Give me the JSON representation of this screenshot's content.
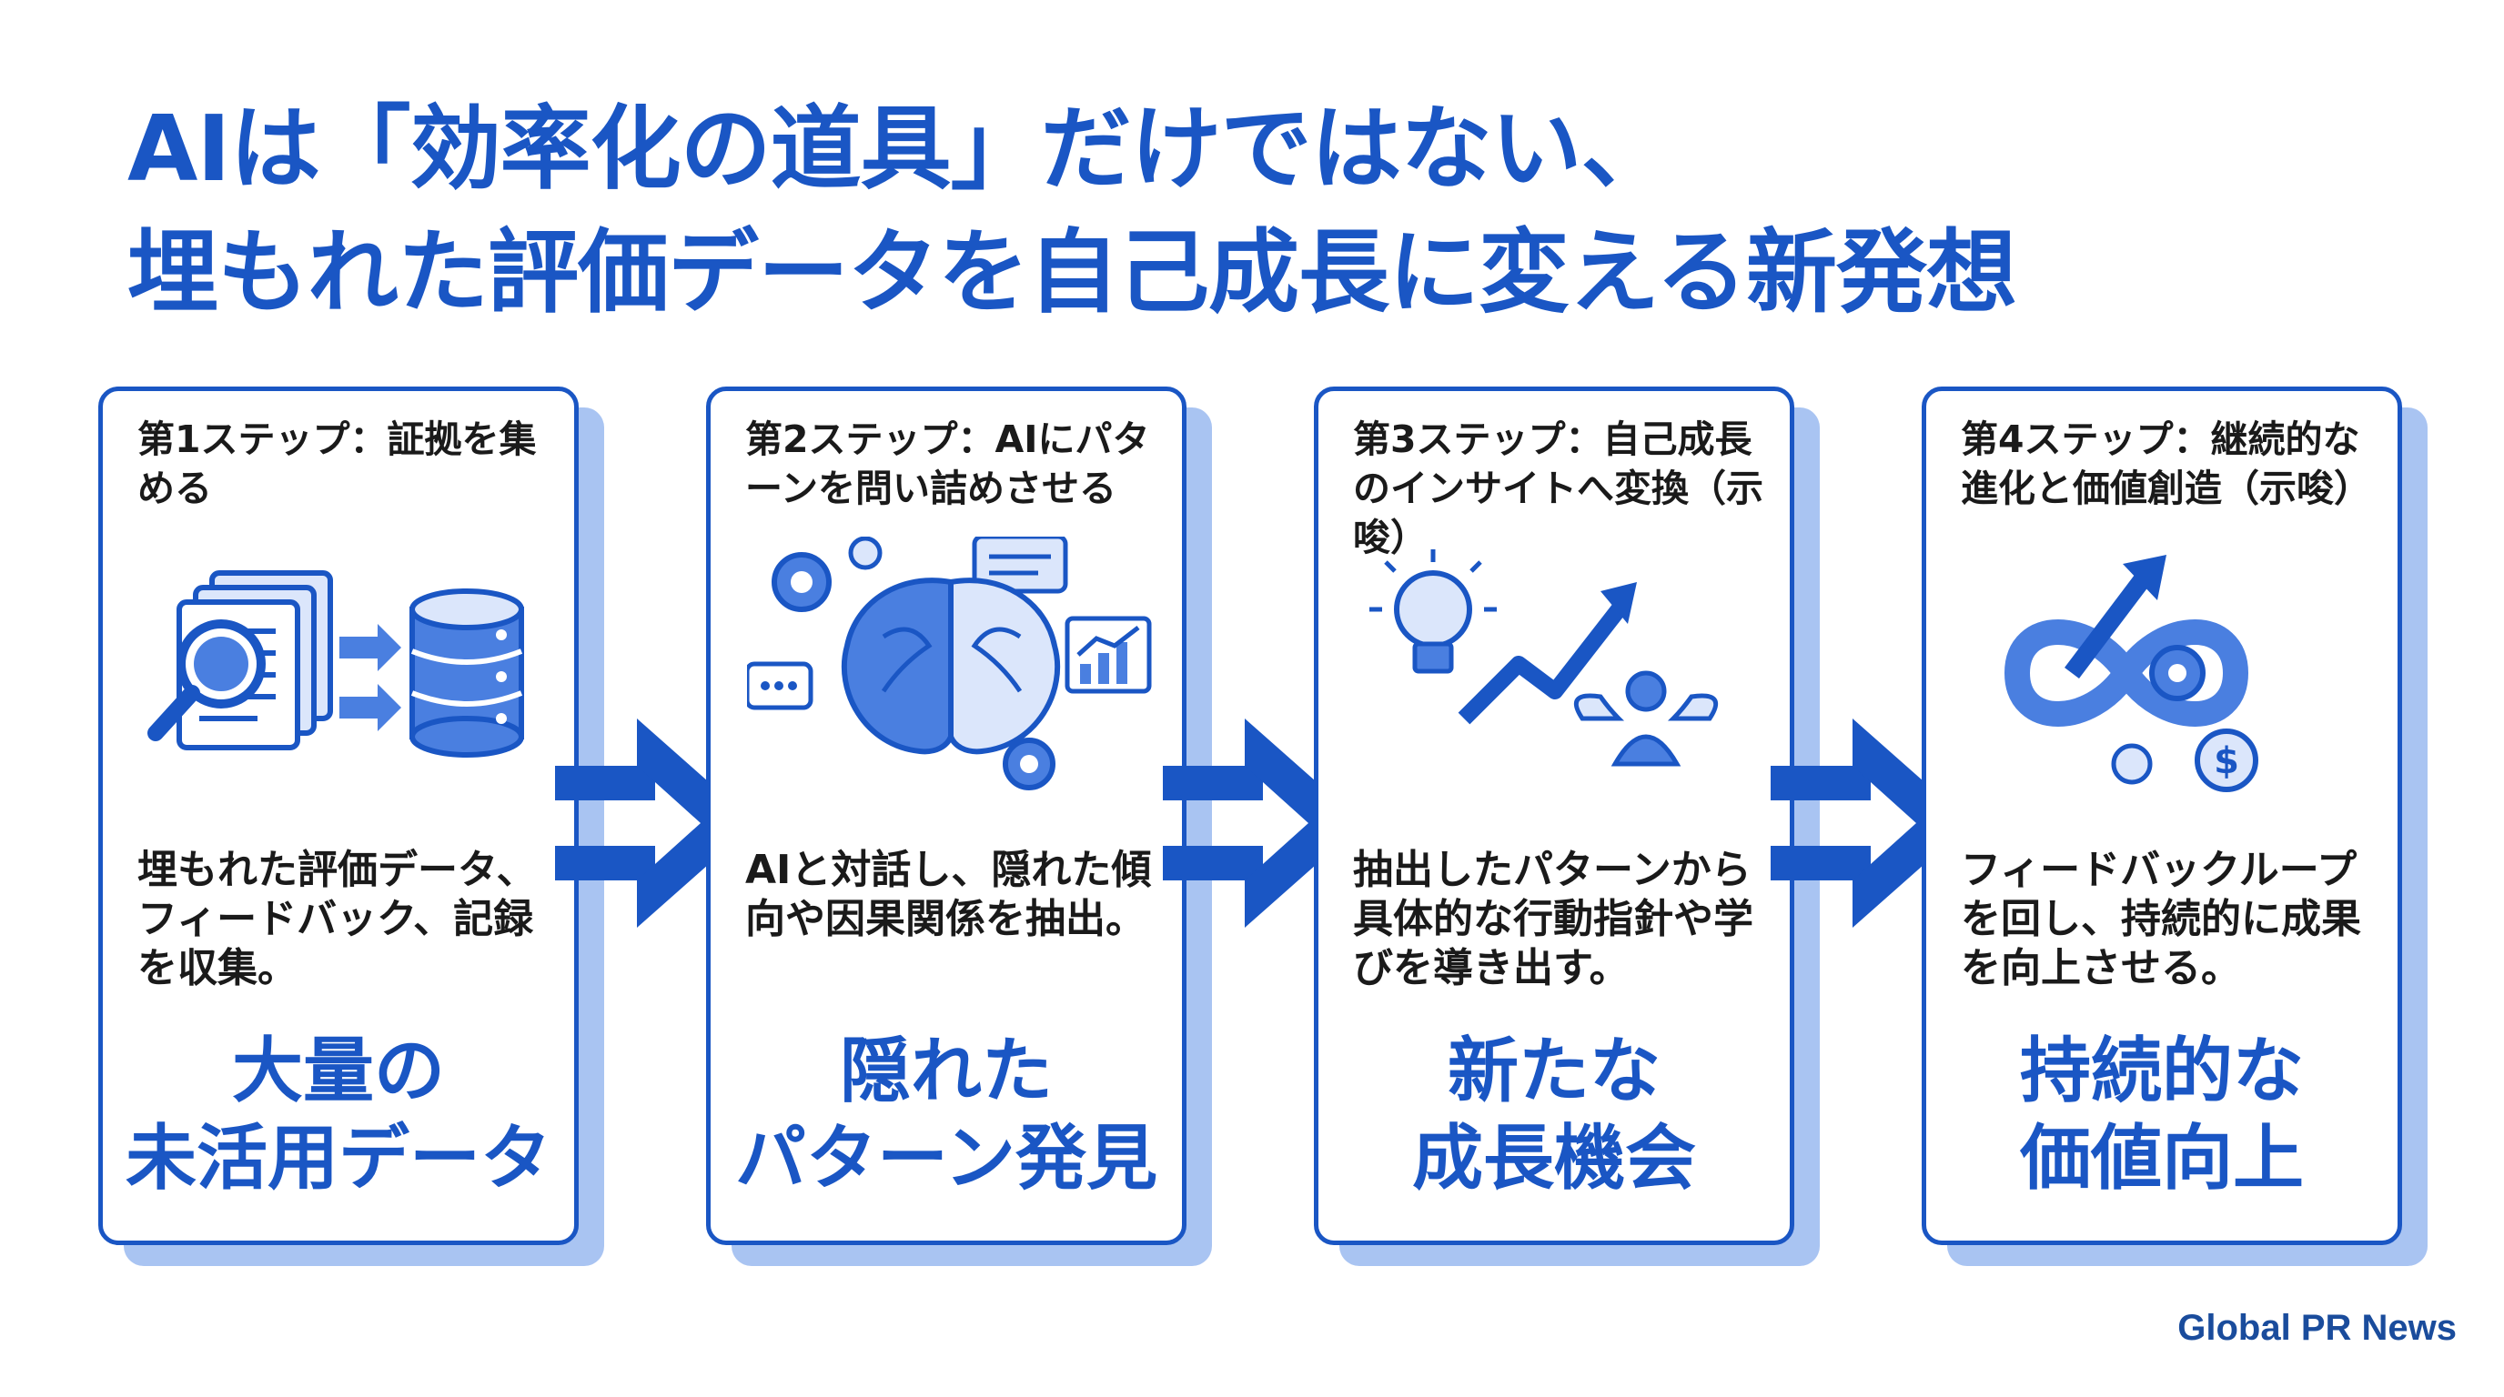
{
  "title": {
    "line1": "AIは「効率化の道具」だけではない、",
    "line2": "埋もれた評価データを自己成長に変える新発想"
  },
  "steps": [
    {
      "heading": "第1ステップ：証拠を集める",
      "body": "埋もれた評価データ、フィードバック、記録を収集。",
      "result_line1": "大量の",
      "result_line2": "未活用データ",
      "icons": [
        "documents-icon",
        "magnifier-icon",
        "arrows-icon",
        "database-icon"
      ]
    },
    {
      "heading": "第2ステップ：AIにパターンを問い詰めさせる",
      "body": "AIと対話し、隠れた傾向や因果関係を抽出。",
      "result_line1": "隠れた",
      "result_line2": "パターン発見",
      "icons": [
        "brain-icon",
        "gear-icon",
        "chat-bubble-icon",
        "chart-icon"
      ]
    },
    {
      "heading": "第3ステップ：自己成長のインサイトへ変換（示唆）",
      "body": "抽出したパターンから具体的な行動指針や学びを導き出す。",
      "result_line1": "新たな",
      "result_line2": "成長機会",
      "icons": [
        "lightbulb-icon",
        "trend-up-arrow-icon",
        "winged-person-icon"
      ]
    },
    {
      "heading": "第4ステップ：継続的な進化と価値創造（示唆）",
      "body": "フィードバックループを回し、持続的に成果を向上させる。",
      "result_line1": "持続的な",
      "result_line2": "価値向上",
      "icons": [
        "infinity-loop-icon",
        "gear-icon",
        "dollar-coin-icon",
        "up-arrow-icon"
      ]
    }
  ],
  "brand": "Global PR News",
  "colors": {
    "primary": "#1a56c4",
    "light": "#a9c4f2",
    "icon_fill": "#4a7fe0",
    "icon_light": "#dbe6fb"
  }
}
